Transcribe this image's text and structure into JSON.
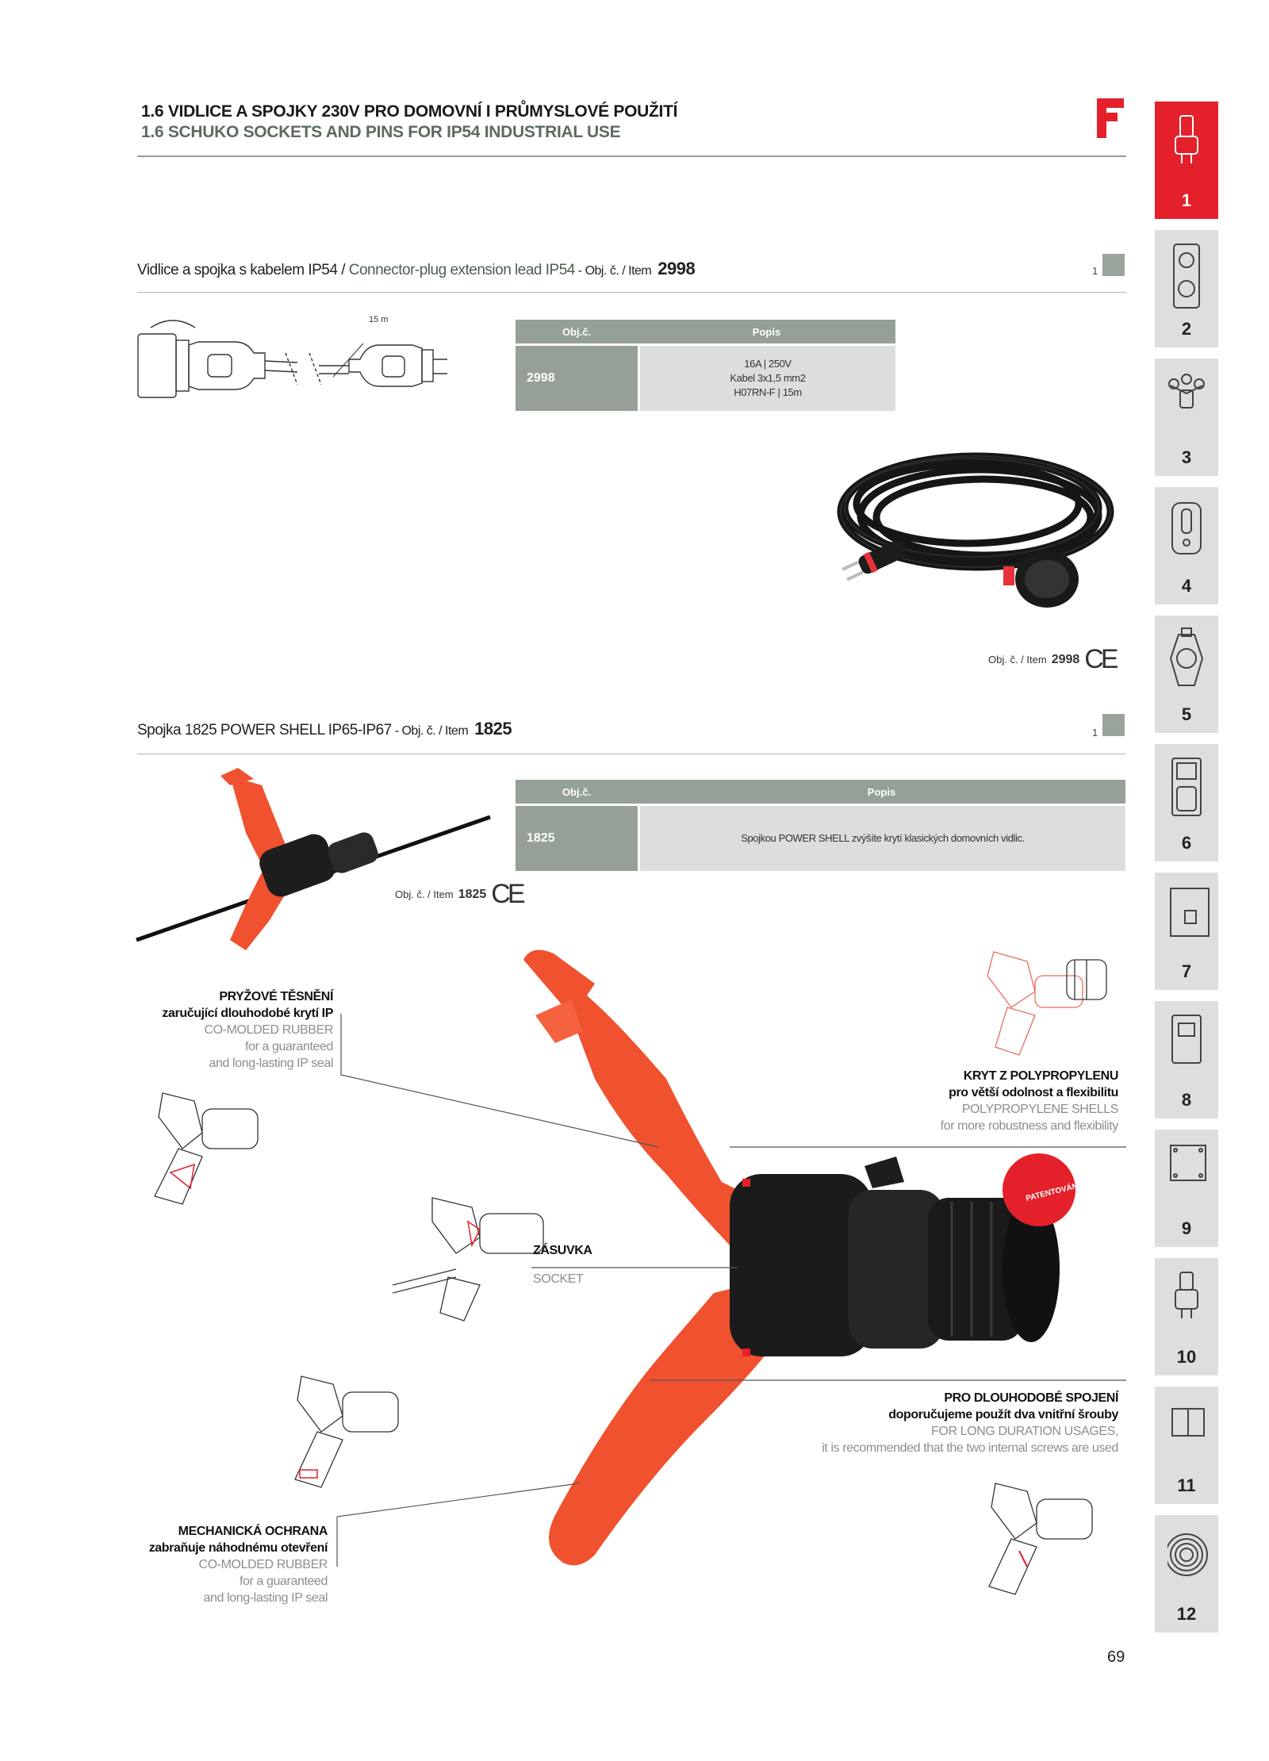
{
  "header": {
    "line1": "1.6  VIDLICE A SPOJKY 230V PRO DOMOVNÍ I PRŮMYSLOVÉ POUŽITÍ",
    "line2": "1.6  SCHUKO SOCKETS AND PINS FOR IP54 INDUSTRIAL USE"
  },
  "section1": {
    "title_cz": "Vidlice a spojka s kabelem IP54 / ",
    "title_en": "Connector-plug extension lead IP54",
    "item_word": " - Obj. č. / Item",
    "item_no": "2998",
    "qty": "1",
    "drawing_label": "15 m",
    "table": {
      "col1": "Obj.č.",
      "col2": "Popis",
      "code": "2998",
      "desc_line1": "16A | 250V",
      "desc_line2": "Kabel 3x1,5 mm2",
      "desc_line3": "H07RN-F | 15m"
    },
    "photo_caption_prefix": "Obj. č. / Item",
    "photo_caption_no": "2998",
    "ce_mark": "CE"
  },
  "section2": {
    "title_cz": "Spojka 1825 POWER SHELL IP65-IP67",
    "item_word": " - Obj. č. / Item",
    "item_no": "1825",
    "qty": "1",
    "table": {
      "col1": "Obj.č.",
      "col2": "Popis",
      "code": "1825",
      "desc": "Spojkou POWER SHELL zvýšíte krytí klasických domovních vidlic."
    },
    "photo_caption_prefix": "Obj. č. / Item",
    "photo_caption_no": "1825",
    "ce_mark": "CE",
    "patent_badge": "PATENTOVÁNO",
    "callouts": {
      "rubber": {
        "k1": "PRYŽOVÉ TĚSNĚNÍ",
        "k2": "zaručující dlouhodobé krytí IP",
        "g1": "CO-MOLDED RUBBER",
        "g2": "for a guaranteed",
        "g3": "and long-lasting IP seal"
      },
      "shell": {
        "k1": "KRYT Z POLYPROPYLENU",
        "k2": "pro větší odolnost a flexibilitu",
        "g1": "POLYPROPYLENE SHELLS",
        "g2": "for more robustness and flexibility"
      },
      "socket": {
        "k1": "ZÁSUVKA",
        "g1": "SOCKET"
      },
      "screws": {
        "k1": "PRO DLOUHODOBÉ SPOJENÍ",
        "k2": "doporučujeme použít  dva vnitřní šrouby",
        "g1": "FOR LONG DURATION USAGES,",
        "g2": "it is recommended that the two internal screws are used"
      },
      "mech": {
        "k1": "MECHANICKÁ OCHRANA",
        "k2": "zabraňuje náhodnému otevření",
        "g1": "CO-MOLDED RUBBER",
        "g2": "for a guaranteed",
        "g3": "and long-lasting IP seal"
      }
    }
  },
  "sidebar": {
    "tabs": [
      "1",
      "2",
      "3",
      "4",
      "5",
      "6",
      "7",
      "8",
      "9",
      "10",
      "11",
      "12"
    ],
    "active": "1",
    "active_color": "#e4202a"
  },
  "page_number": "69",
  "colors": {
    "brand_red": "#e4202a",
    "table_gray": "#97a097",
    "shell_orange": "#f0512e"
  }
}
